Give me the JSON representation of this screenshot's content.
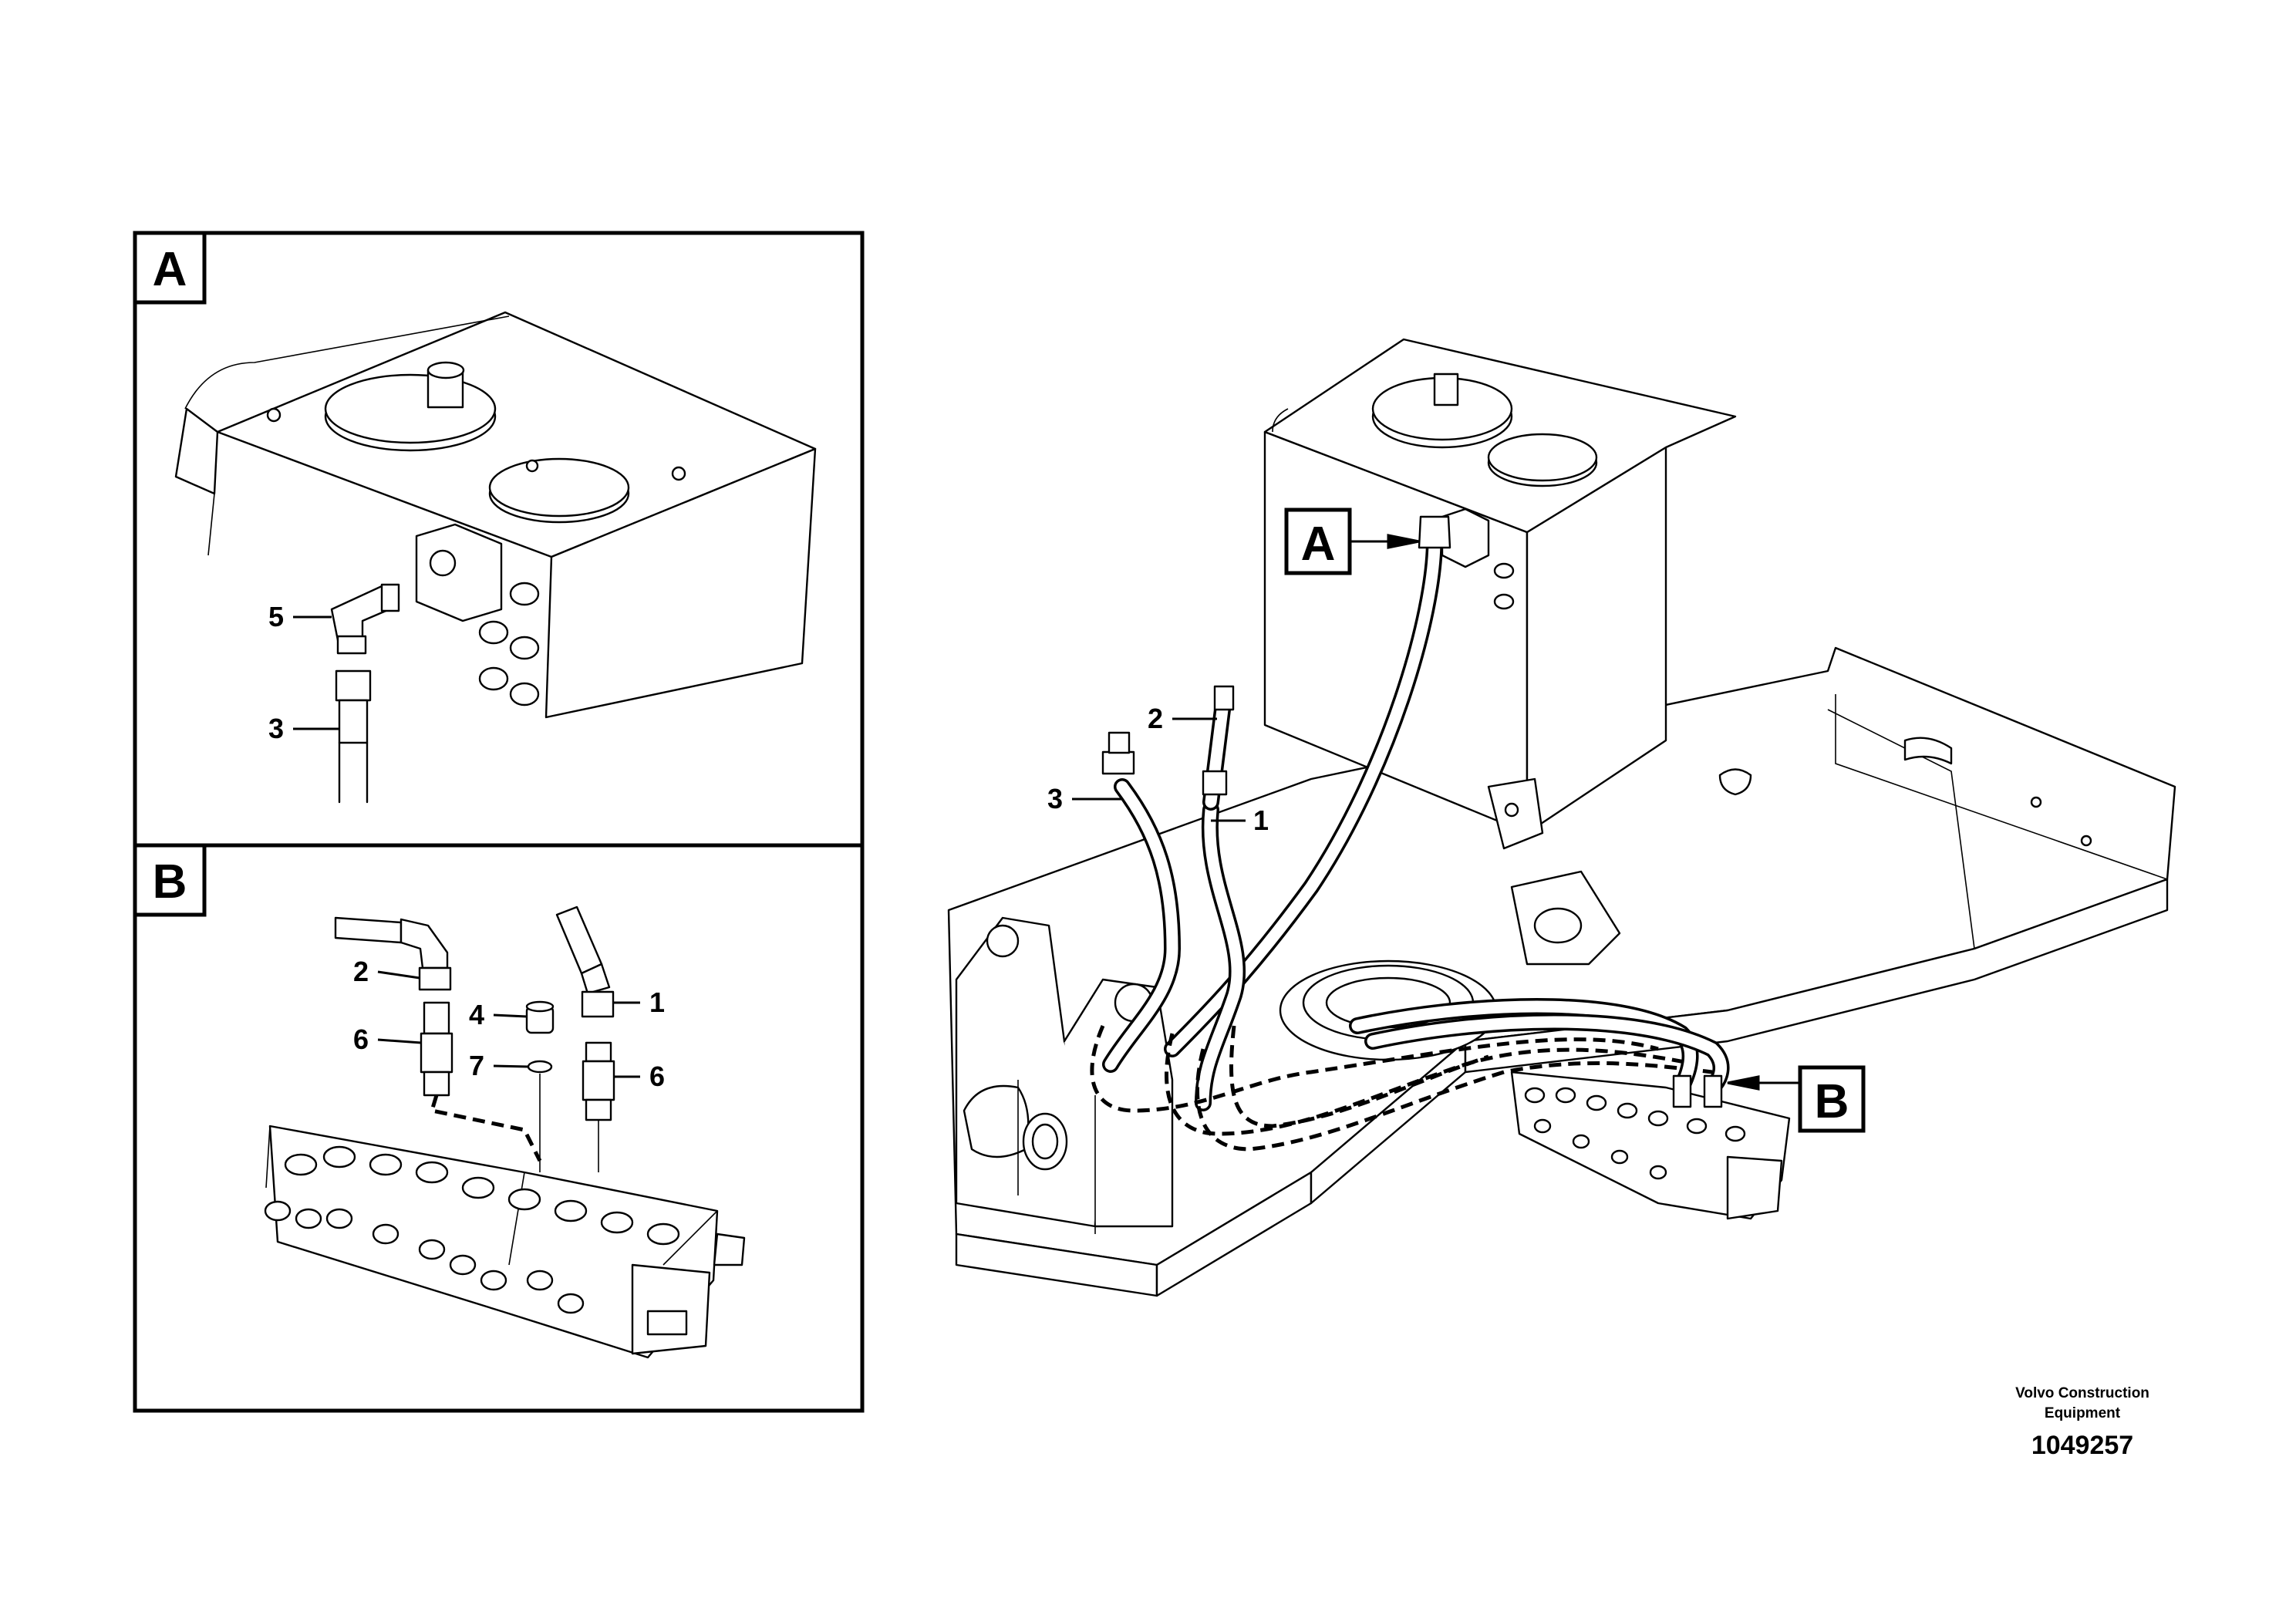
{
  "detail_views": {
    "a": {
      "letter": "A",
      "callouts": [
        "5",
        "3"
      ]
    },
    "b": {
      "letter": "B",
      "callouts": [
        "2",
        "6",
        "4",
        "7",
        "1",
        "6"
      ]
    }
  },
  "main_view": {
    "view_tags": [
      "A",
      "B"
    ],
    "callouts": [
      "2",
      "3",
      "1"
    ]
  },
  "footer": {
    "company_line1": "Volvo Construction",
    "company_line2": "Equipment",
    "document_number": "1049257"
  }
}
